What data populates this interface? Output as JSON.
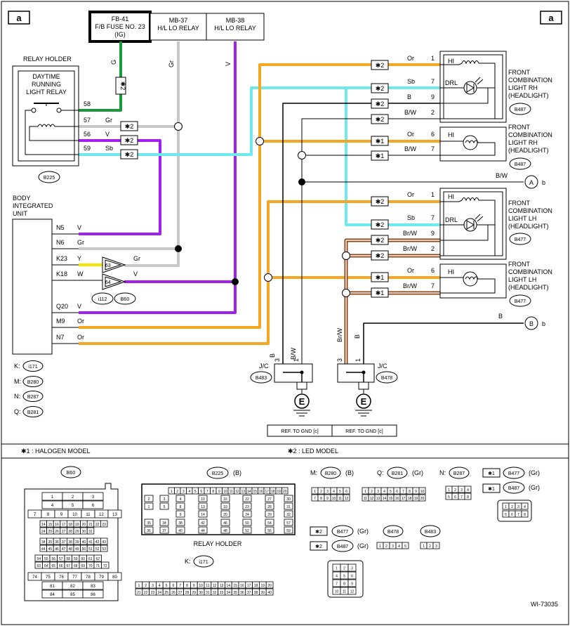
{
  "corner_label": "a",
  "fuse_box": {
    "line1": "FB-41",
    "line2": "F/B FUSE NO. 23",
    "line3": "(IG)"
  },
  "relay1": {
    "line1": "MB-37",
    "line2": "H/L LO RELAY"
  },
  "relay2": {
    "line1": "MB-38",
    "line2": "H/L LO RELAY"
  },
  "relay_holder": {
    "title": "RELAY HOLDER",
    "inner1": "DAYTIME",
    "inner2": "RUNNING",
    "inner3": "LIGHT RELAY",
    "conn": "B225",
    "pins": [
      "58",
      "57",
      "56",
      "59"
    ],
    "colors": [
      "Gr",
      "V",
      "Sb"
    ]
  },
  "wire_vert": [
    "G",
    "Gr",
    "V"
  ],
  "biu": {
    "title1": "BODY",
    "title2": "INTEGRATED",
    "title3": "UNIT",
    "pins": [
      "N5",
      "N6",
      "K23",
      "K18",
      "Q20",
      "M9",
      "N7"
    ],
    "colors": [
      "V",
      "Gr",
      "Y",
      "W",
      "V",
      "Or",
      "Or"
    ]
  },
  "amp": {
    "n1": "63",
    "n2": "64",
    "c1": "i112",
    "c2": "B60",
    "out1": "Gr",
    "out2": "V"
  },
  "conn_legend": [
    {
      "k": "K:",
      "v": "i171"
    },
    {
      "k": "M:",
      "v": "B280"
    },
    {
      "k": "N:",
      "v": "B287"
    },
    {
      "k": "Q:",
      "v": "B281"
    }
  ],
  "star1": "✱1",
  "star2": "✱2",
  "lamps": [
    {
      "t1": "FRONT",
      "t2": "COMBINATION",
      "t3": "LIGHT RH",
      "t4": "(HEADLIGHT)",
      "conn": "B487"
    },
    {
      "t1": "FRONT",
      "t2": "COMBINATION",
      "t3": "LIGHT RH",
      "t4": "(HEADLIGHT)",
      "conn": "B487"
    },
    {
      "t1": "FRONT",
      "t2": "COMBINATION",
      "t3": "LIGHT LH",
      "t4": "(HEADLIGHT)",
      "conn": "B477"
    },
    {
      "t1": "FRONT",
      "t2": "COMBINATION",
      "t3": "LIGHT LH",
      "t4": "(HEADLIGHT)",
      "conn": "B477"
    }
  ],
  "lamp_labels": {
    "hi": "HI",
    "drl": "DRL"
  },
  "right_wires": {
    "c1": [
      "Or",
      "Sb",
      "B",
      "B/W"
    ],
    "p1": [
      "1",
      "7",
      "9",
      "2"
    ],
    "c2": [
      "Or",
      "B/W"
    ],
    "p2": [
      "6",
      "7"
    ],
    "c3": [
      "Or",
      "Sb",
      "Br/W",
      "Br/W"
    ],
    "p3": [
      "1",
      "7",
      "9",
      "2"
    ],
    "c4": [
      "Or",
      "Br/W"
    ],
    "p4": [
      "6",
      "7"
    ]
  },
  "ext": {
    "a_color": "B/W",
    "a_sym": "A",
    "a_tag": "b",
    "b_color": "B",
    "b_sym": "B",
    "b_tag": "b"
  },
  "jc": {
    "label": "J/C",
    "left": "B483",
    "right": "B478",
    "lw": [
      "B",
      "B/W"
    ],
    "lp": [
      "3",
      "1"
    ],
    "rw": [
      "Br/W",
      "B"
    ],
    "rp": [
      "3",
      "1"
    ],
    "gnd": "E",
    "ref": "REF. TO GND [c]"
  },
  "model_legend": {
    "m1": "✱1 : HALOGEN MODEL",
    "m2": "✱2 : LED MODEL"
  },
  "bottom": {
    "b60": "B60",
    "b225": "B225",
    "b225_col": "(B)",
    "relay_holder": "RELAY HOLDER",
    "m_key": "M:",
    "b280": "B280",
    "b280_col": "(B)",
    "q_key": "Q:",
    "b281": "B281",
    "b281_col": "(Gr)",
    "n_key": "N:",
    "b287": "B287",
    "k_key": "K:",
    "i171": "i171",
    "b477": "B477",
    "b487": "B487",
    "gr": "(Gr)",
    "b478": "B478",
    "b483": "B483"
  },
  "figure_id": "WI-73035"
}
